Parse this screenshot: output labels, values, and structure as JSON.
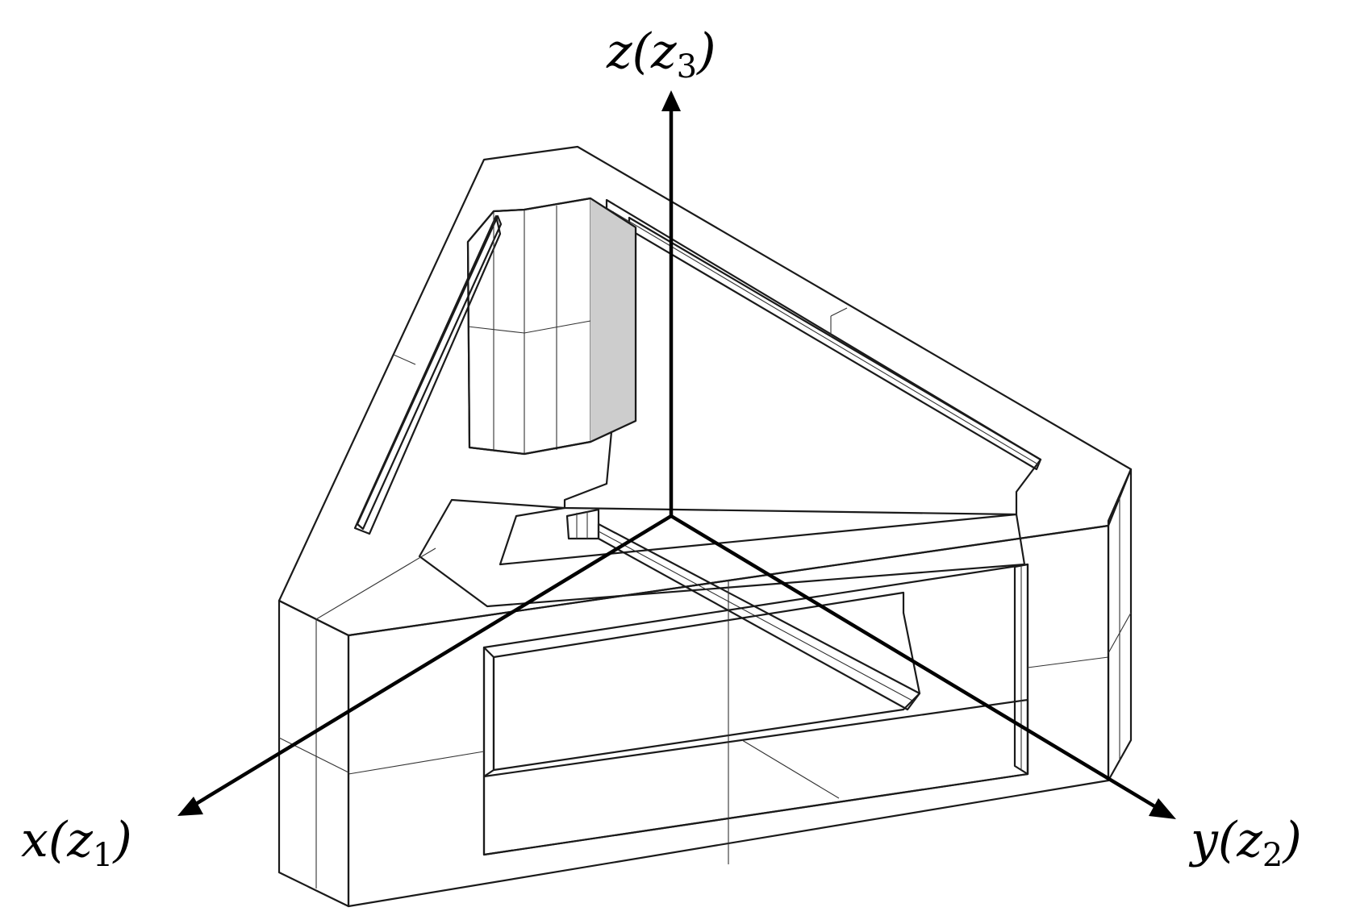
{
  "axes": {
    "x": {
      "base": "x(z",
      "sub": "1",
      "close": ")"
    },
    "y": {
      "base": "y(z",
      "sub": "2",
      "close": ")"
    },
    "z": {
      "base": "z(z",
      "sub": "3",
      "close": ")"
    }
  },
  "colors": {
    "face_light": "#e4e4e4",
    "face_mid": "#d6d6d6",
    "face_dark": "#c6c6c6",
    "edge": "#1a1a1a",
    "axis": "#000000"
  }
}
